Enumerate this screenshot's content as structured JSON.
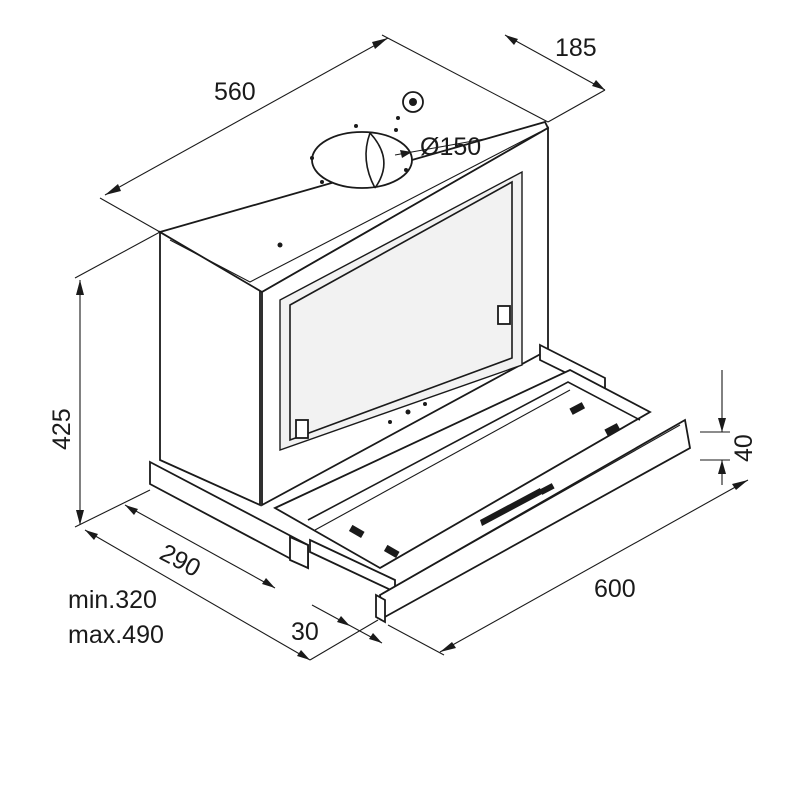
{
  "diagram": {
    "dimensions": {
      "width_top": "560",
      "depth_top": "185",
      "duct": "Ø150",
      "height": "425",
      "depth_side": "290",
      "depth_min": "min.320",
      "depth_max": "max.490",
      "offset": "30",
      "width_front": "600",
      "visor_height": "40"
    }
  }
}
